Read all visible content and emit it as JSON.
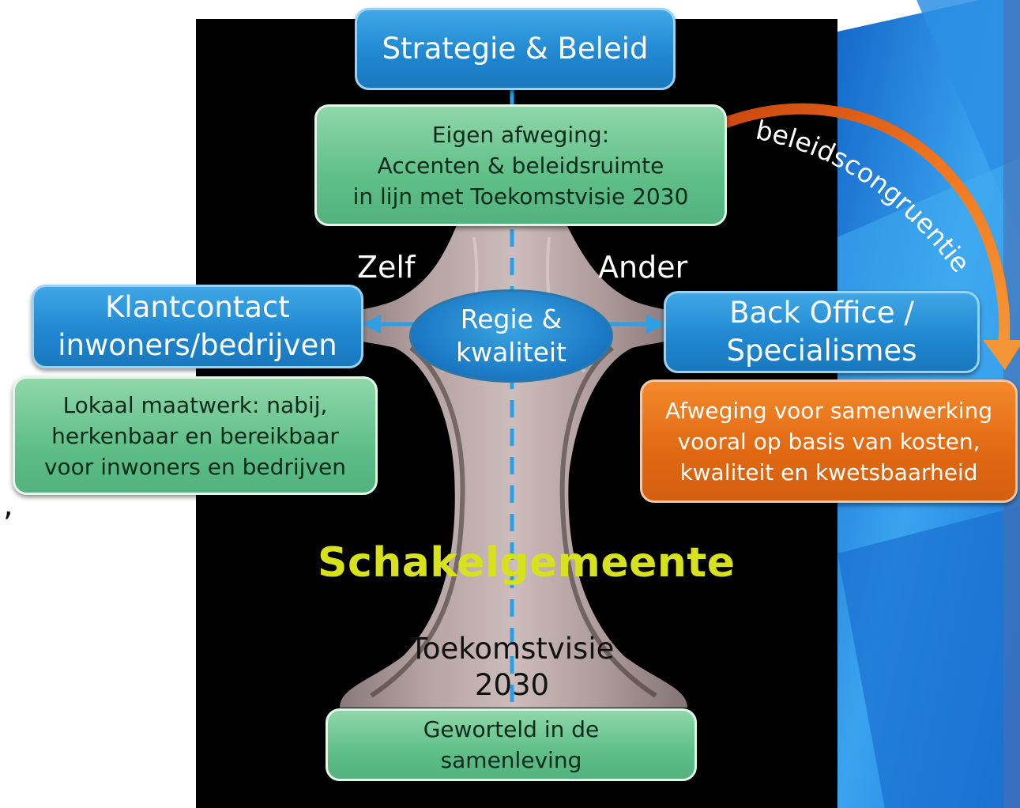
{
  "diagram": {
    "top_box": {
      "label": "Strategie & Beleid"
    },
    "considerations_box": {
      "lines": [
        "Eigen afweging:",
        "Accenten & beleidsruimte",
        "in lijn met Toekomstvisie 2030"
      ]
    },
    "zelf_label": "Zelf",
    "ander_label": "Ander",
    "left_box": {
      "lines": [
        "Klantcontact",
        "inwoners/bedrijven"
      ]
    },
    "center_ellipse": {
      "lines": [
        "Regie &",
        "kwaliteit"
      ]
    },
    "right_box": {
      "lines": [
        "Back Office /",
        "Specialismes"
      ]
    },
    "left_note": {
      "lines": [
        "Lokaal maatwerk: nabij,",
        "herkenbaar en bereikbaar",
        "voor inwoners en bedrijven"
      ]
    },
    "right_note": {
      "lines": [
        "Afweging voor samenwerking",
        "vooral op basis van kosten,",
        "kwaliteit en kwetsbaarheid"
      ]
    },
    "curved_arrow_label": "beleidscongruentie",
    "main_title": "Schakelgemeente",
    "bottom_title": {
      "lines": [
        "Toekomstvisie",
        "2030"
      ]
    },
    "bottom_box": {
      "lines": [
        "Geworteld in de",
        "samenleving"
      ]
    },
    "stray_mark": ",",
    "colors": {
      "background_panel": "#000000",
      "blue_box": "#1f86cf",
      "green_box": "#5fbf87",
      "orange_box": "#e06812",
      "title_yellow": "#d8e21c",
      "side_panel_blue": "#1f7ee0"
    }
  }
}
